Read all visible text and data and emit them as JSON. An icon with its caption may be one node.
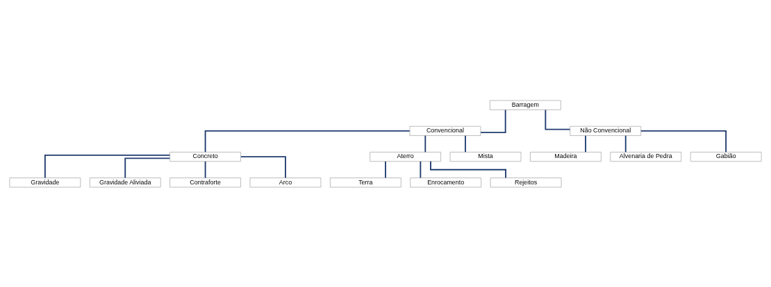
{
  "diagram": {
    "nodes": [
      {
        "text": [
          "Barragem"
        ]
      },
      {
        "text": [
          "Convencional"
        ]
      },
      {
        "text": [
          "Não Convencional"
        ]
      },
      {
        "text": [
          "Concreto"
        ]
      },
      {
        "text": [
          "Aterro"
        ]
      },
      {
        "text": [
          "Mista"
        ]
      },
      {
        "text": [
          "Gravidade"
        ]
      },
      {
        "text": [
          "Gravidade Aliviada"
        ]
      },
      {
        "text": [
          "Contraforte"
        ]
      },
      {
        "text": [
          "Arco"
        ]
      },
      {
        "text": [
          "Terra"
        ]
      },
      {
        "text": [
          "Enrocamento"
        ]
      },
      {
        "text": [
          "Rejeitos"
        ]
      },
      {
        "text": [
          "Madeira"
        ]
      },
      {
        "text": [
          "Alvenaria de Pedra"
        ]
      },
      {
        "text": [
          "Gabião"
        ]
      }
    ],
    "edges": [
      {
        "from": 0,
        "to": 1,
        "arrow": "none"
      },
      {
        "from": 0,
        "to": 2,
        "arrow": "none"
      },
      {
        "from": 1,
        "to": 3,
        "arrow": "none"
      },
      {
        "from": 1,
        "to": 4,
        "arrow": "none"
      },
      {
        "from": 1,
        "to": 5,
        "arrow": "none"
      },
      {
        "from": 3,
        "to": 6,
        "arrow": "none"
      },
      {
        "from": 3,
        "to": 7,
        "arrow": "none"
      },
      {
        "from": 3,
        "to": 8,
        "arrow": "none"
      },
      {
        "from": 3,
        "to": 9,
        "arrow": "none"
      },
      {
        "from": 4,
        "to": 10,
        "arrow": "none"
      },
      {
        "from": 4,
        "to": 11,
        "arrow": "none"
      },
      {
        "from": 4,
        "to": 12,
        "arrow": "none"
      },
      {
        "from": 2,
        "to": 13,
        "arrow": "none"
      },
      {
        "from": 2,
        "to": 14,
        "arrow": "none"
      },
      {
        "from": 2,
        "to": 15,
        "arrow": "none"
      }
    ]
  }
}
